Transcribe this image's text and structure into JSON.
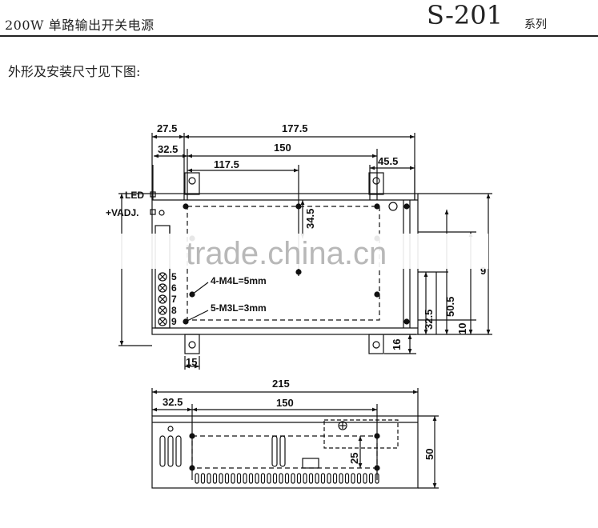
{
  "header": {
    "left_title": "200W 单路输出开关电源",
    "model": "S-201",
    "series": "系列"
  },
  "subtitle": "外形及安装尺寸见下图:",
  "top_view": {
    "dims": {
      "d27_5": "27.5",
      "d177_5": "177.5",
      "d32_5": "32.5",
      "d150": "150",
      "d117_5": "117.5",
      "d45_5": "45.5",
      "d34_5": "34.5",
      "d50_5": "50.5",
      "d32_5_right": "32.5",
      "d10": "10",
      "d16": "16",
      "d15": "15",
      "d9": "9"
    },
    "labels": {
      "led": "LED",
      "vadj": "+VADJ.",
      "m4": "4-M4L=5mm",
      "m3": "5-M3L=3mm"
    },
    "terminals": [
      "5",
      "6",
      "7",
      "8",
      "9"
    ]
  },
  "side_view": {
    "dims": {
      "d215": "215",
      "d32_5": "32.5",
      "d150": "150",
      "d25": "25",
      "d50": "50"
    }
  },
  "watermark": "trade.china.cn"
}
